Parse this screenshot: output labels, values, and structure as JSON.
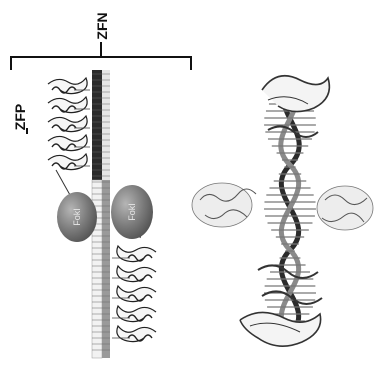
{
  "labels": {
    "complex": "ZFN",
    "protein": "ZFP",
    "nuclease_left": "FokI",
    "nuclease_right": "FokI"
  },
  "colors": {
    "ink": "#111111",
    "nuclease": "#7a7a7a",
    "nuclease_highlight": "#a9a9a9",
    "dna_dark": "#2b2b2b",
    "dna_light": "#cfcfcf",
    "ribbon": "#9a9a9a"
  },
  "icons": {
    "finger": "zinc-finger-icon",
    "structure": "protein-dna-ribbon-icon"
  },
  "counts": {
    "upper_fingers": 5,
    "lower_fingers": 5
  }
}
